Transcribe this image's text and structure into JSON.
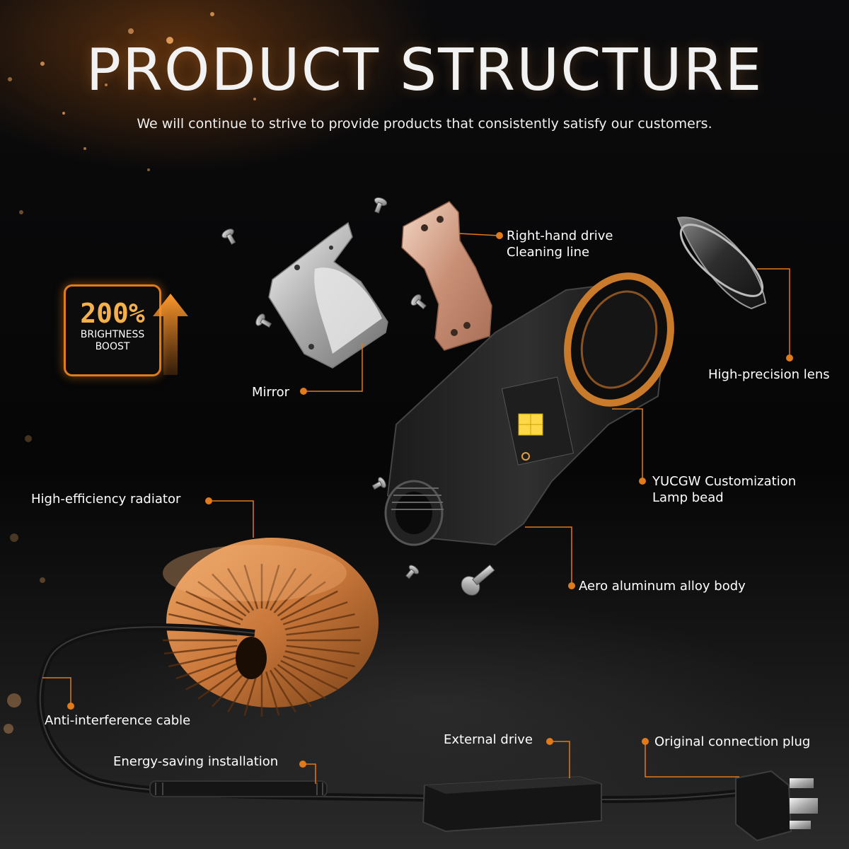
{
  "header": {
    "title": "PRODUCT STRUCTURE",
    "subtitle": "We will continue to strive to provide products that consistently satisfy our customers."
  },
  "badge": {
    "value": "200%",
    "line1": "BRIGHTNESS",
    "line2": "BOOST"
  },
  "callouts": {
    "right_hand_drive": [
      "Right-hand drive",
      "Cleaning line"
    ],
    "high_precision_lens": "High-precision lens",
    "mirror": "Mirror",
    "lamp_bead": [
      "YUCGW Customization",
      "Lamp bead"
    ],
    "radiator": "High-efficiency radiator",
    "body": "Aero aluminum alloy body",
    "cable": "Anti-interference cable",
    "external_drive": "External drive",
    "connection_plug": "Original connection plug",
    "energy_saving": "Energy-saving installation"
  },
  "colors": {
    "accent": "#e07a1a",
    "copper": "#d9894a",
    "background": "#070707",
    "text": "#ffffff"
  }
}
